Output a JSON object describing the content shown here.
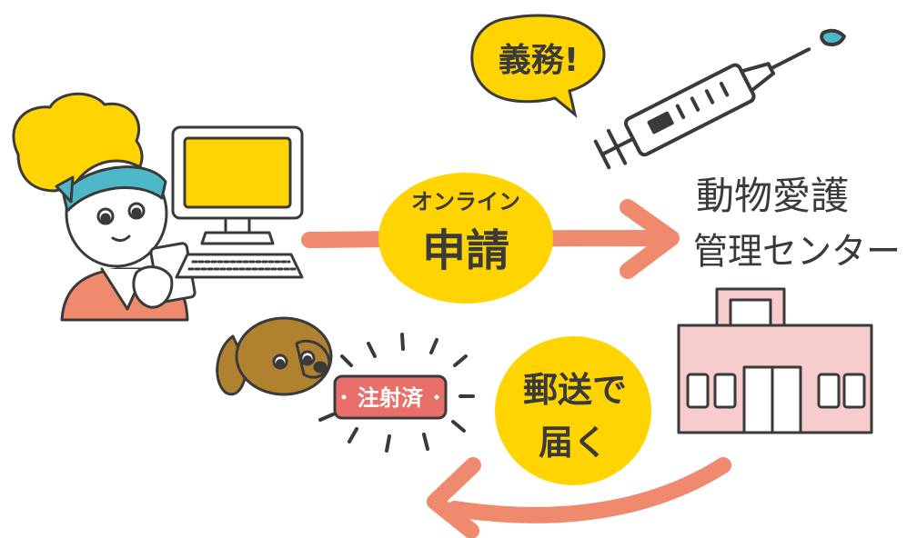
{
  "colors": {
    "yellow": "#FFD400",
    "salmon": "#F08A6F",
    "pink": "#F7CCCC",
    "line": "#3a3a3a",
    "hair": "#FFD400",
    "bandana": "#4FB8C8",
    "dog": "#B0812F",
    "badge": "#E9706A"
  },
  "bubble_duty": {
    "text": "義務!"
  },
  "bubble_apply": {
    "line1": "オンライン",
    "line2": "申請"
  },
  "bubble_mail": {
    "line1": "郵送で",
    "line2": "届く"
  },
  "center_label": {
    "line1": "動物愛護",
    "line2": "管理センター"
  },
  "badge": {
    "text": "注射済"
  },
  "icons": [
    "woman-icon",
    "computer-icon",
    "smartphone-icon",
    "syringe-icon",
    "building-icon",
    "dog-icon"
  ]
}
